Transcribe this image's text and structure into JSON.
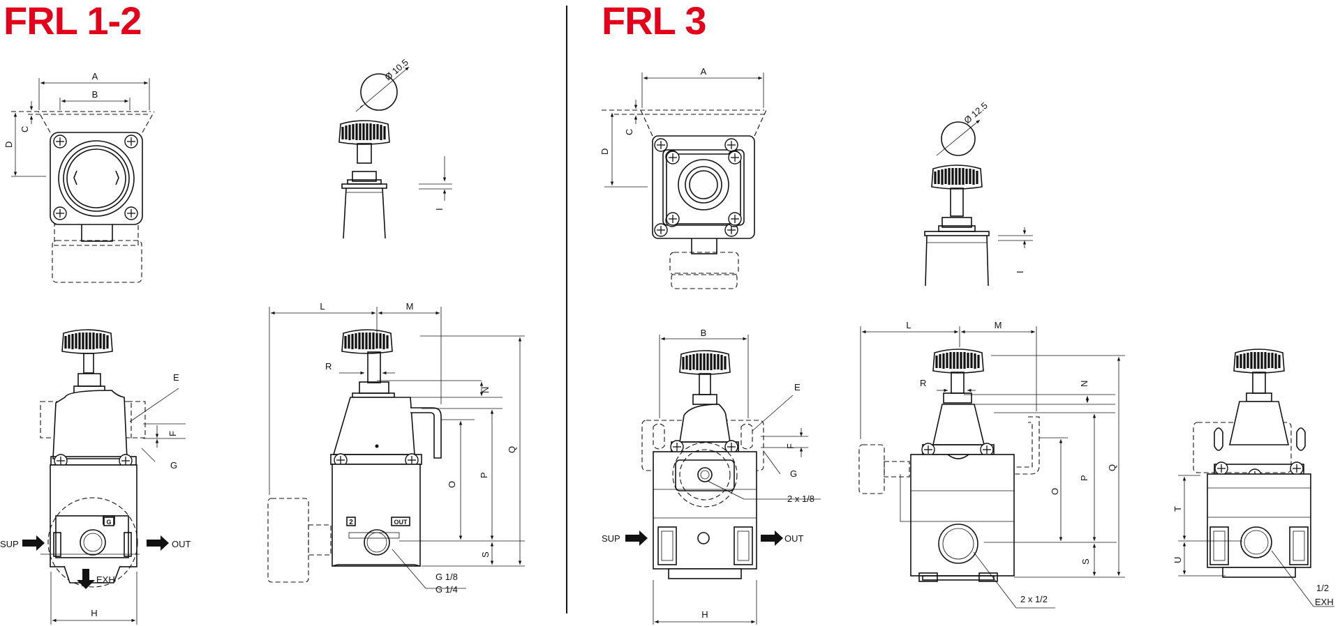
{
  "titles": {
    "left": "FRL 1-2",
    "right": "FRL 3"
  },
  "colors": {
    "title": "#e2001a",
    "line": "#111111"
  },
  "left": {
    "diameter": "Ø 10.5",
    "labels": {
      "A": "A",
      "B": "B",
      "C": "C",
      "D": "D",
      "I": "I",
      "L": "L",
      "M": "M",
      "R": "R",
      "E": "E",
      "F": "F",
      "G": "G",
      "N": "N",
      "O": "O",
      "P": "P",
      "Q": "Q",
      "S": "S",
      "H": "H"
    },
    "ports": {
      "sup": "SUP",
      "out": "OUT",
      "exh": "EXH",
      "g18": "G 1/8",
      "g14": "G 1/4"
    },
    "marks": {
      "g": "G",
      "two": "2",
      "out": "OUT"
    }
  },
  "right": {
    "diameter": "Ø 12.5",
    "labels": {
      "A": "A",
      "B": "B",
      "C": "C",
      "D": "D",
      "I": "I",
      "L": "L",
      "M": "M",
      "R": "R",
      "E": "E",
      "F": "F",
      "G": "G",
      "N": "N",
      "O": "O",
      "P": "P",
      "Q": "Q",
      "S": "S",
      "H": "H",
      "T": "T",
      "U": "U"
    },
    "ports": {
      "sup": "SUP",
      "out": "OUT",
      "two18": "2 x 1/8",
      "two12": "2 x 1/2",
      "half": "1/2",
      "exh": "EXH"
    }
  }
}
